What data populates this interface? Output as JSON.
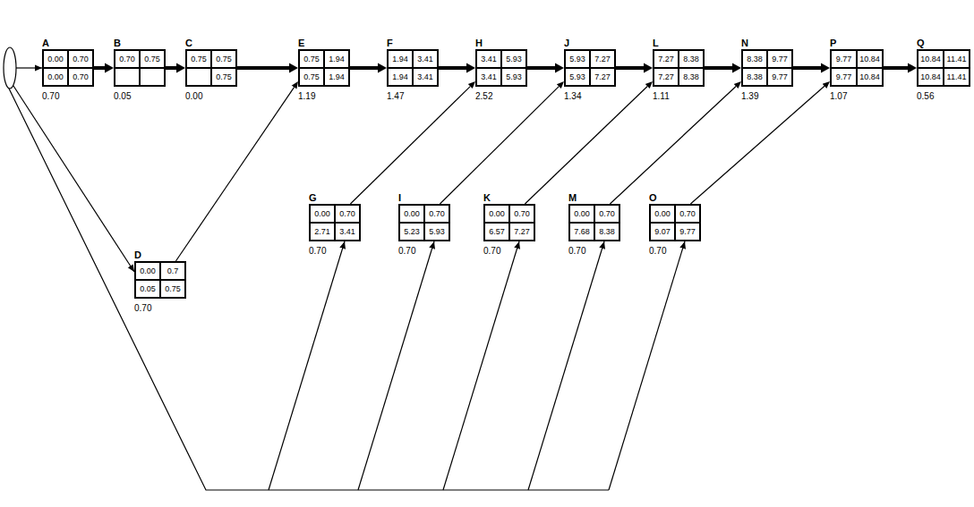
{
  "diagram": {
    "nodes": [
      {
        "text": [
          "A",
          "0.00",
          "0.70",
          "0.00",
          "0.70",
          "0.70"
        ]
      },
      {
        "text": [
          "B",
          "0.70",
          "0.75",
          "0.05"
        ]
      },
      {
        "text": [
          "C",
          "0.75",
          "0.75",
          "0.75",
          "0.00"
        ]
      },
      {
        "text": [
          "E",
          "0.75",
          "1.94",
          "0.75",
          "1.94",
          "1.19"
        ]
      },
      {
        "text": [
          "F",
          "1.94",
          "3.41",
          "1.94",
          "3.41",
          "1.47"
        ]
      },
      {
        "text": [
          "H",
          "3.41",
          "5.93",
          "3.41",
          "5.93",
          "2.52"
        ]
      },
      {
        "text": [
          "J",
          "5.93",
          "7.27",
          "5.93",
          "7.27",
          "1.34"
        ]
      },
      {
        "text": [
          "L",
          "7.27",
          "8.38",
          "7.27",
          "8.38",
          "1.11"
        ]
      },
      {
        "text": [
          "N",
          "8.38",
          "9.77",
          "8.38",
          "9.77",
          "1.39"
        ]
      },
      {
        "text": [
          "P",
          "9.77",
          "10.84",
          "9.77",
          "10.84",
          "1.07"
        ]
      },
      {
        "text": [
          "Q",
          "10.84",
          "11.41",
          "10.84",
          "11.41",
          "0.56"
        ]
      },
      {
        "text": [
          "D",
          "0.00",
          "0.7",
          "0.05",
          "0.75",
          "0.70"
        ]
      },
      {
        "text": [
          "G",
          "0.00",
          "0.70",
          "2.71",
          "3.41",
          "0.70"
        ]
      },
      {
        "text": [
          "I",
          "0.00",
          "0.70",
          "5.23",
          "5.93",
          "0.70"
        ]
      },
      {
        "text": [
          "K",
          "0.00",
          "0.70",
          "6.57",
          "7.27",
          "0.70"
        ]
      },
      {
        "text": [
          "M",
          "0.00",
          "0.70",
          "7.68",
          "8.38",
          "0.70"
        ]
      },
      {
        "text": [
          "O",
          "0.00",
          "0.70",
          "9.07",
          "9.77",
          "0.70"
        ]
      }
    ],
    "edges": [
      {
        "from": 0,
        "to": 1,
        "arrow": "to"
      },
      {
        "from": 1,
        "to": 2,
        "arrow": "to"
      },
      {
        "from": 2,
        "to": 3,
        "arrow": "to"
      },
      {
        "from": 3,
        "to": 4,
        "arrow": "to"
      },
      {
        "from": 4,
        "to": 5,
        "arrow": "to"
      },
      {
        "from": 5,
        "to": 6,
        "arrow": "to"
      },
      {
        "from": 6,
        "to": 7,
        "arrow": "to"
      },
      {
        "from": 7,
        "to": 8,
        "arrow": "to"
      },
      {
        "from": 8,
        "to": 9,
        "arrow": "to"
      },
      {
        "from": 9,
        "to": 10,
        "arrow": "to"
      },
      {
        "from": 11,
        "to": 3,
        "arrow": "to"
      },
      {
        "from": 12,
        "to": 5,
        "arrow": "to"
      },
      {
        "from": 13,
        "to": 6,
        "arrow": "to"
      },
      {
        "from": 14,
        "to": 7,
        "arrow": "to"
      },
      {
        "from": 15,
        "to": 8,
        "arrow": "to"
      },
      {
        "from": 16,
        "to": 9,
        "arrow": "to"
      }
    ]
  }
}
